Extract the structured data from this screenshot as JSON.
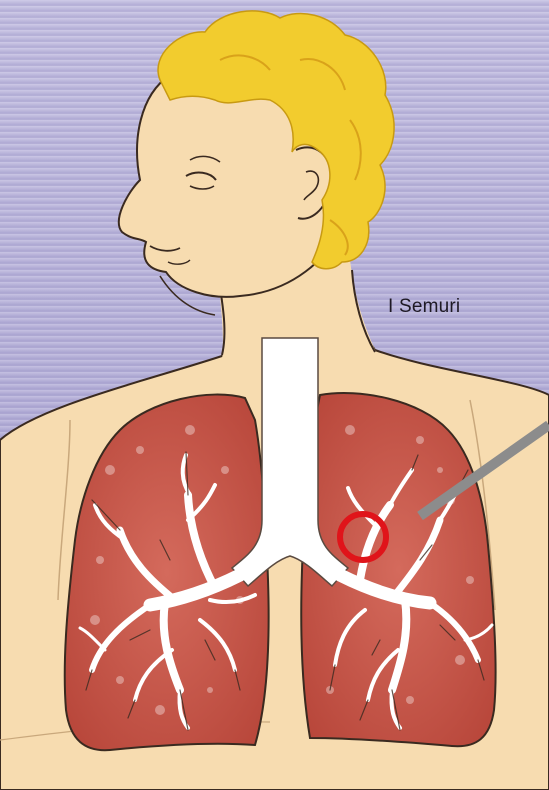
{
  "figure": {
    "label": "I Semuri"
  },
  "colors": {
    "background_top": "#c9c5e4",
    "background_bottom": "#9a93c7",
    "skin": "#f7dcb0",
    "skin_outline": "#3a2a20",
    "hair": "#f2cc2e",
    "hair_shadow": "#e0a820",
    "lung": "#c85a4c",
    "lung_dark": "#a83e34",
    "airway": "#ffffff",
    "highlight_ring": "#e0141a",
    "pointer": "#8c8c8c"
  },
  "icons": [
    "lungs-illustration",
    "highlight-circle",
    "pointer-line"
  ]
}
